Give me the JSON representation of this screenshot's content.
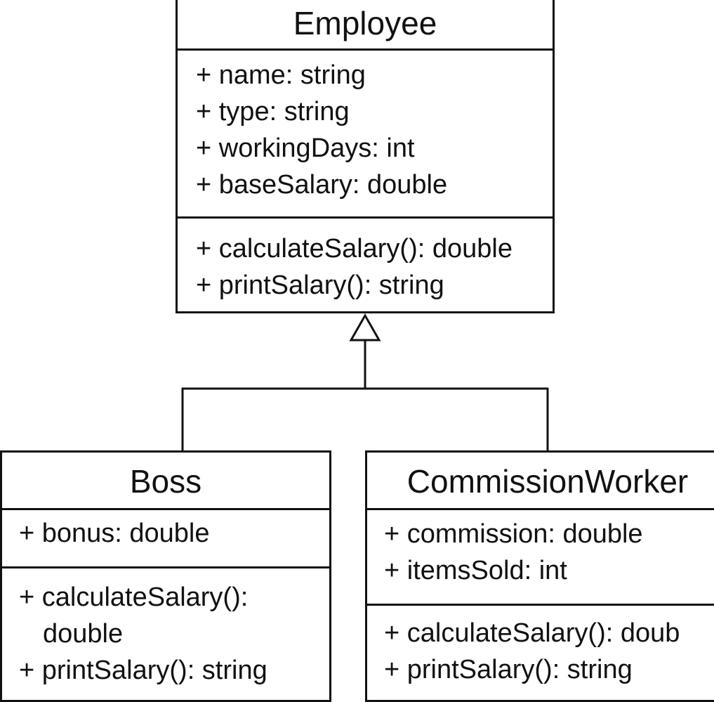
{
  "employee": {
    "name": "Employee",
    "attributes": [
      "+ name: string",
      "+ type: string",
      "+ workingDays: int",
      "+ baseSalary: double"
    ],
    "operations": [
      "+ calculateSalary(): double",
      "+ printSalary(): string"
    ]
  },
  "boss": {
    "name": "Boss",
    "attributes": [
      "+ bonus: double"
    ],
    "operations": [
      "+ calculateSalary():",
      "double",
      "+ printSalary(): string"
    ]
  },
  "commission_worker": {
    "name": "CommissionWorker",
    "attributes": [
      "+ commission: double",
      "+ itemsSold: int"
    ],
    "operations": [
      "+ calculateSalary(): doub",
      "+ printSalary(): string"
    ]
  },
  "relationship": {
    "type": "generalization",
    "parent": "Employee",
    "children": [
      "Boss",
      "CommissionWorker"
    ]
  }
}
